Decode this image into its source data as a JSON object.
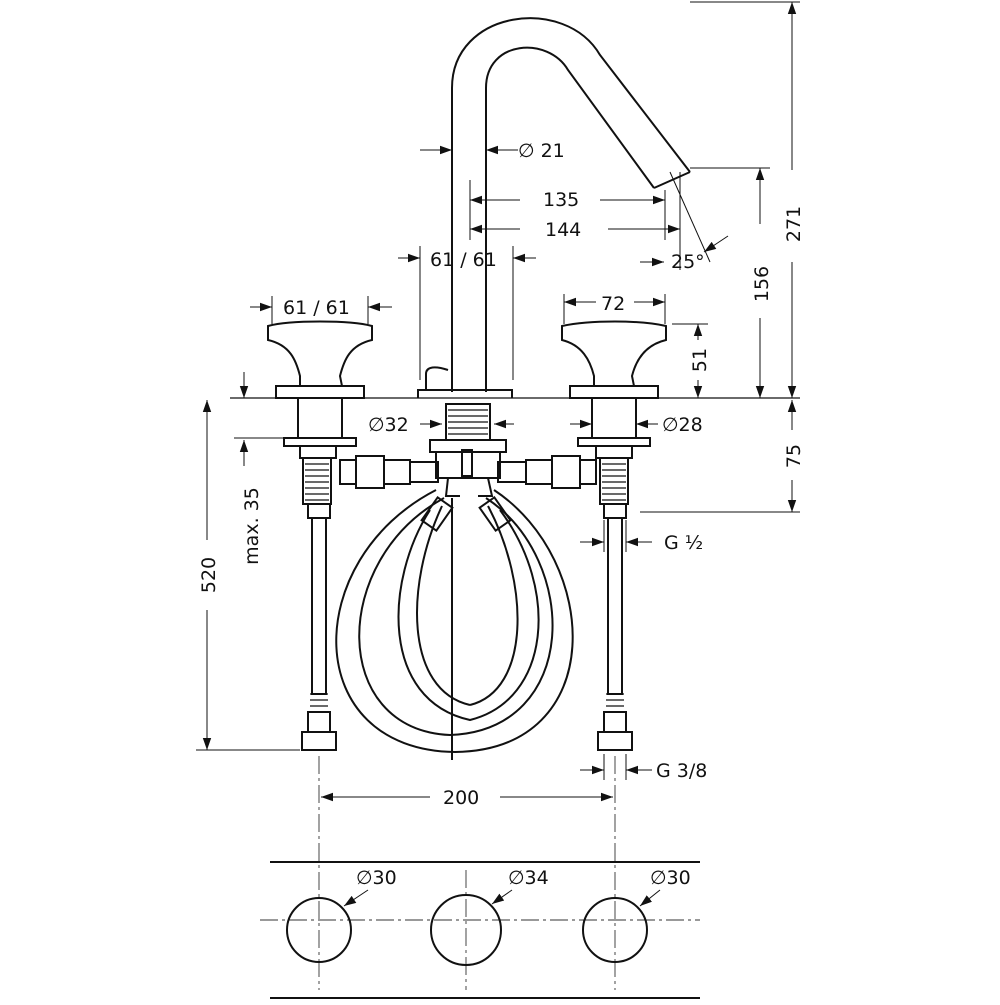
{
  "dimensions": {
    "spout_diameter": "∅ 21",
    "reach_135": "135",
    "reach_144": "144",
    "angle": "25°",
    "spout_base": "61 / 61",
    "handle_left_width": "61 / 61",
    "handle_right_width": "72",
    "height_271": "271",
    "height_156": "156",
    "height_51": "51",
    "shank_spout": "∅32",
    "shank_handle": "∅28",
    "shank_length": "75",
    "thread_inlet": "G ½",
    "max_thickness": "max. 35",
    "hose_length": "520",
    "thread_outlet": "G 3/8",
    "center_distance": "200",
    "hole_left": "∅30",
    "hole_center": "∅34",
    "hole_right": "∅30"
  }
}
